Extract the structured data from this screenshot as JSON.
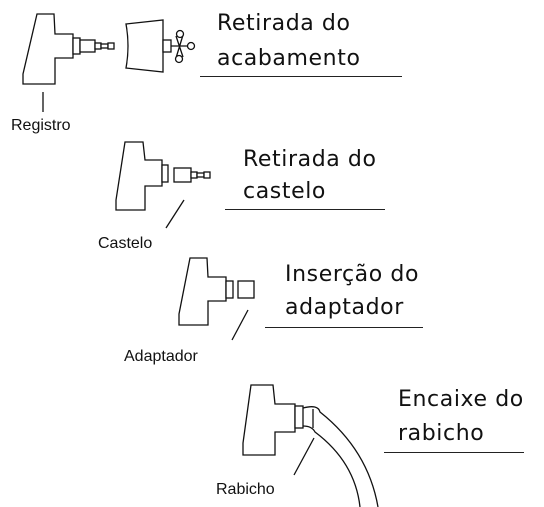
{
  "steps": [
    {
      "title_line1": "Retirada do",
      "title_line2": "acabamento",
      "part_label": "Registro"
    },
    {
      "title_line1": "Retirada do",
      "title_line2": "castelo",
      "part_label": "Castelo"
    },
    {
      "title_line1": "Inserção do",
      "title_line2": "adaptador",
      "part_label": "Adaptador"
    },
    {
      "title_line1": "Encaixe do",
      "title_line2": "rabicho",
      "part_label": "Rabicho"
    }
  ],
  "colors": {
    "ink": "#111111",
    "background": "#ffffff"
  }
}
